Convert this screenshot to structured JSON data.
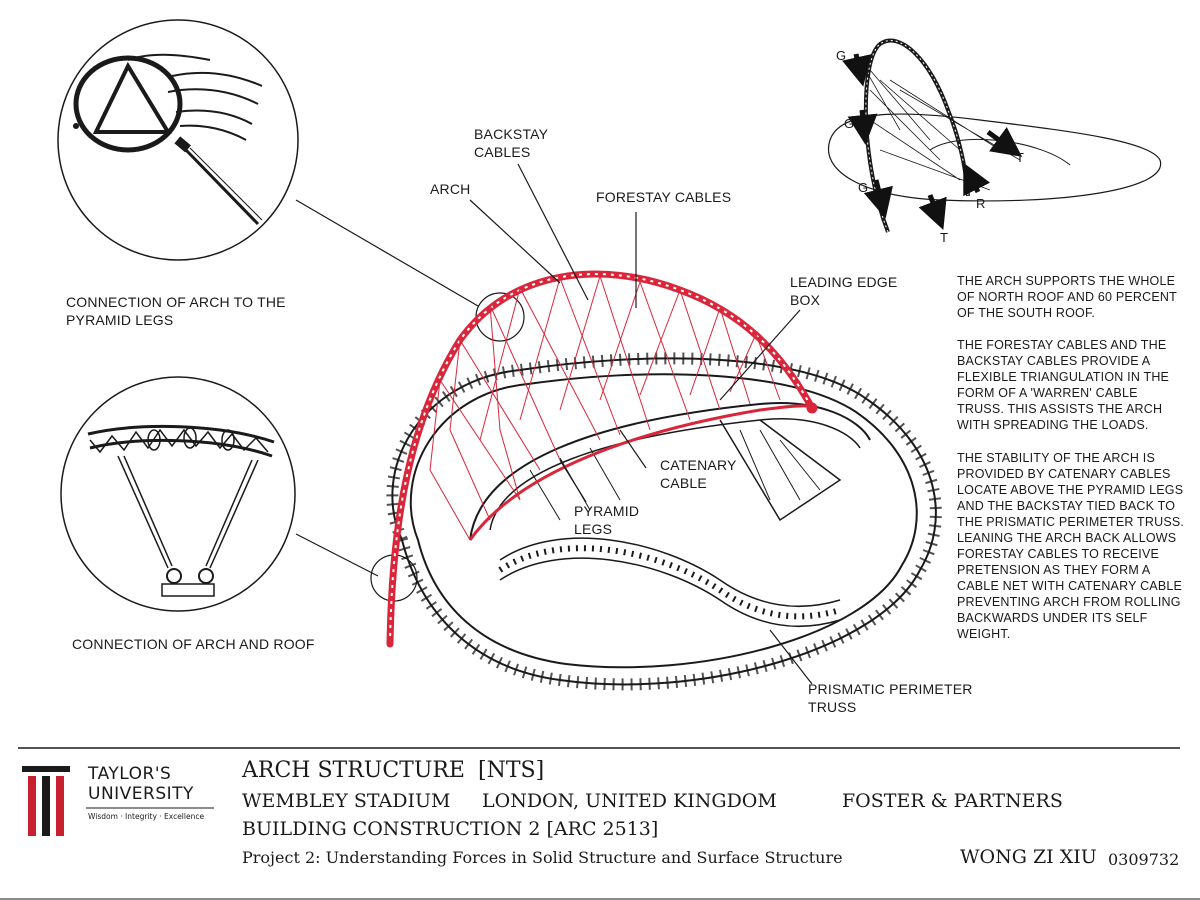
{
  "labels": {
    "backstay": "BACKSTAY\nCABLES",
    "arch": "ARCH",
    "forestay": "FORESTAY CABLES",
    "leading_edge": "LEADING EDGE\nBOX",
    "catenary": "CATENARY\nCABLE",
    "pyramid": "PYRAMID\nLEGS",
    "prismatic": "PRISMATIC PERIMETER\nTRUSS",
    "conn_pyramid": "CONNECTION OF ARCH TO THE\nPYRAMID LEGS",
    "conn_roof": "CONNECTION OF ARCH AND ROOF"
  },
  "force_labels": {
    "g1": "G",
    "g2": "G",
    "g3": "G",
    "t1": "T",
    "t2": "T",
    "r": "R"
  },
  "notes": [
    "THE ARCH SUPPORTS THE WHOLE OF NORTH ROOF AND 60 PERCENT OF THE SOUTH ROOF.",
    "THE FORESTAY CABLES AND THE BACKSTAY CABLES  PROVIDE A FLEXIBLE TRIANGULATION IN THE FORM OF A 'WARREN' CABLE TRUSS. THIS ASSISTS THE ARCH WITH SPREADING THE LOADS.",
    "THE STABILITY OF THE ARCH IS PROVIDED BY CATENARY CABLES LOCATE ABOVE THE PYRAMID LEGS AND THE BACKSTAY TIED BACK TO THE PRISMATIC PERIMETER TRUSS. LEANING THE ARCH BACK ALLOWS FORESTAY CABLES TO RECEIVE PRETENSION AS THEY FORM A CABLE NET WITH CATENARY CABLE PREVENTING ARCH FROM ROLLING BACKWARDS UNDER ITS SELF WEIGHT."
  ],
  "title_block": {
    "logo_line1": "TAYLOR'S",
    "logo_line2": "UNIVERSITY",
    "logo_tagline": "Wisdom · Integrity · Excellence",
    "title": "ARCH STRUCTURE",
    "scale": "[NTS]",
    "project_name": "WEMBLEY STADIUM",
    "location": "LONDON, UNITED KINGDOM",
    "architect": "FOSTER & PARTNERS",
    "course": "BUILDING CONSTRUCTION 2 [ARC 2513]",
    "project": "Project 2: Understanding Forces in Solid Structure and Surface Structure",
    "student_name": "WONG ZI XIU",
    "student_id": "0309732"
  },
  "colors": {
    "arch_red": "#d9263a",
    "ink": "#1a1a1a",
    "logo_red": "#c8202f"
  }
}
